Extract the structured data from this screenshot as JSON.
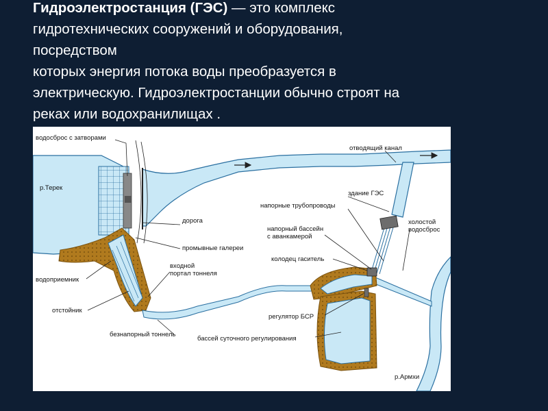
{
  "heading": {
    "term": "Гидроэлектростанция (ГЭС)",
    "line1_rest": " — это комплекс",
    "line2": "гидротехнических сооружений и оборудования,",
    "line3": "посредством",
    "line4": "которых энергия потока воды преобразуется в",
    "line5": "электрическую. Гидроэлектростанции обычно строят  на",
    "line6": "реках или водохранилищах ."
  },
  "diagram": {
    "labels": {
      "spillway_gates": "водосброс с затворами",
      "river_terek": "р.Терек",
      "road": "дорога",
      "flushing_galleries": "промывные галереи",
      "intake_portal": "входной\nпортал тоннеля",
      "water_intake": "водоприемник",
      "settling_basin": "отстойник",
      "free_flow_tunnel": "безнапорный тоннель",
      "outlet_canal": "отводящий канал",
      "powerhouse": "здание ГЭС",
      "penstocks": "напорные трубопроводы",
      "forebay": "напорный бассейн\nс аванкамерой",
      "idle_spillway": "холостой\nводосброс",
      "stilling_well": "колодец гаситель",
      "regulator": "регулятор БСР",
      "daily_basin": "бассей суточного регулирования",
      "river_armkhi": "р.Армхи"
    },
    "colors": {
      "water": "#c9e8f6",
      "outline": "#2a6fa0",
      "earthwork": "#b07a1e",
      "structure": "#6d6d6d"
    }
  }
}
